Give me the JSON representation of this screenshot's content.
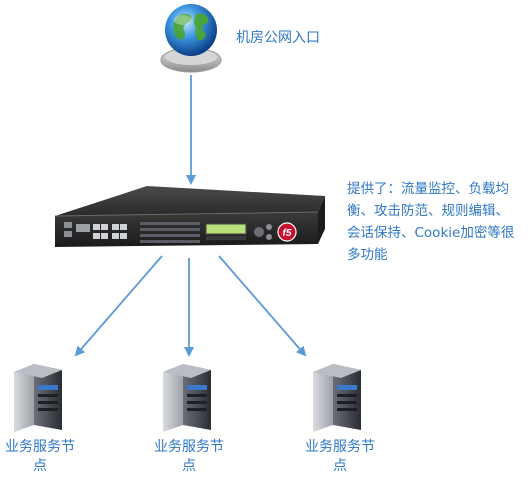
{
  "entrance": {
    "label": "机房公网入口"
  },
  "load_balancer": {
    "description": "提供了：流量监控、负载均衡、攻击防范、规则编辑、会话保持、Cookie加密等很多功能",
    "brand": "f5"
  },
  "servers": [
    {
      "label": "业务服务节点"
    },
    {
      "label": "业务服务节点"
    },
    {
      "label": "业务服务节点"
    }
  ],
  "colors": {
    "text": "#2f78c4",
    "arrow": "#5b9bd5",
    "device": "#2b2b2b",
    "brand": "#c8102e"
  }
}
